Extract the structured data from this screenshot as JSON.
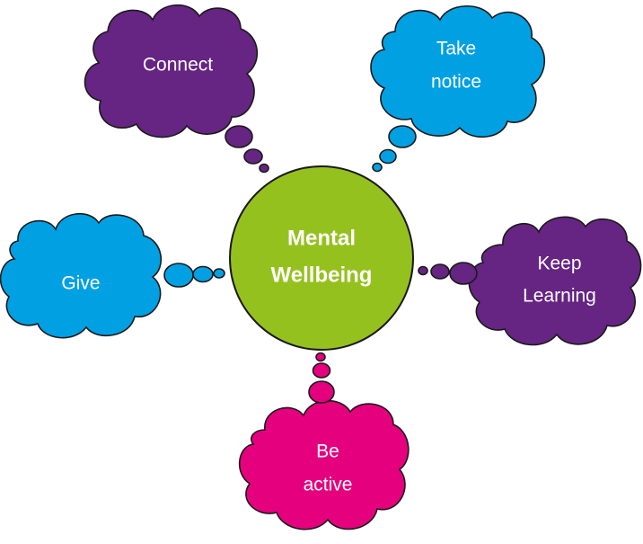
{
  "colors": {
    "purple": "#662483",
    "blue": "#00a0e3",
    "pink": "#e5007e",
    "green": "#95c11f"
  },
  "center": {
    "line1": "Mental",
    "line2": "Wellbeing"
  },
  "nodes": {
    "connect": {
      "line1": "Connect",
      "color": "purple"
    },
    "take_notice": {
      "line1": "Take",
      "line2": "notice",
      "color": "blue"
    },
    "give": {
      "line1": "Give",
      "color": "blue"
    },
    "keep_learning": {
      "line1": "Keep",
      "line2": "Learning",
      "color": "purple"
    },
    "be_active": {
      "line1": "Be",
      "line2": "active",
      "color": "pink"
    }
  }
}
